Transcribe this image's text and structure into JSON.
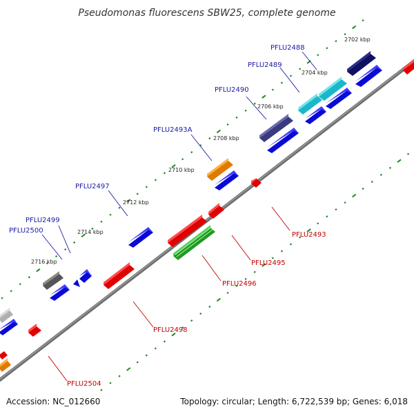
{
  "title": "Pseudomonas fluorescens SBW25, complete genome",
  "footer": {
    "accession": "Accession: NC_012660",
    "summary": "Topology: circular; Length: 6,722,539 bp; Genes: 6,018"
  },
  "colors": {
    "backbone": "#7a7a7a",
    "tick": "#1f8a1f",
    "forward": "#0a0ad6",
    "reverse": "#e00000",
    "label_forward": "#1a1aa6",
    "label_reverse": "#c00000"
  },
  "kbp_labels": [
    "2702 kbp",
    "2704 kbp",
    "2706 kbp",
    "2708 kbp",
    "2710 kbp",
    "2712 kbp",
    "2714 kbp",
    "2716 kbp"
  ],
  "gene_labels_top": [
    "PFLU2488",
    "PFLU2489",
    "PFLU2490",
    "PFLU2493A",
    "PFLU2497",
    "PFLU2499",
    "PFLU2500"
  ],
  "gene_labels_bottom": [
    "PFLU2493",
    "PFLU2495",
    "PFLU2496",
    "PFLU2498",
    "PFLU2504"
  ]
}
